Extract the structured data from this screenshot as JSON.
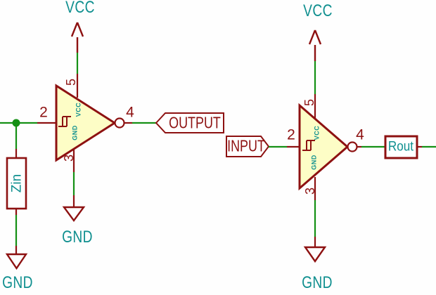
{
  "colors": {
    "symbol": "#8d1111",
    "wire": "#159015",
    "teal": "#0f8f8f",
    "fill": "#fdfdc6",
    "bg": "#fefefe"
  },
  "power": {
    "vcc_left": "VCC",
    "vcc_right": "VCC",
    "gnd_zin": "GND",
    "gnd_gate1": "GND",
    "gnd_gate2": "GND"
  },
  "nets": {
    "output": "OUTPUT",
    "input": "INPUT"
  },
  "parts": {
    "zin": {
      "value": "Zin"
    },
    "rout": {
      "value": "Rout"
    },
    "gate1": {
      "pin_in": "2",
      "pin_out": "4",
      "pin_vcc": "5",
      "pin_gnd": "3",
      "pin_name_vcc": "VCC",
      "pin_name_gnd": "GND"
    },
    "gate2": {
      "pin_in": "2",
      "pin_out": "4",
      "pin_vcc": "5",
      "pin_gnd": "3",
      "pin_name_vcc": "VCC",
      "pin_name_gnd": "GND"
    }
  }
}
